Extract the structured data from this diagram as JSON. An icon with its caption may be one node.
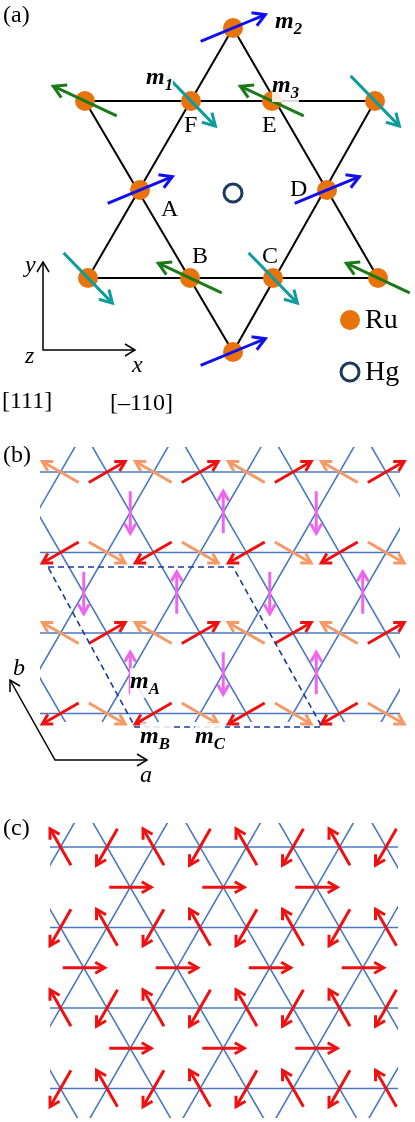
{
  "diagram": {
    "labels": [
      "(a)",
      "m$_{2}$",
      "m$_{1}$",
      "m$_{3}$",
      "F",
      "E",
      "A",
      "D",
      "B",
      "C",
      "y",
      "z",
      "x",
      "[111]",
      "[–110]",
      "(b)",
      "b",
      "m$_{A}$",
      "m$_{B}$",
      "m$_{C}$",
      "a",
      "(c)"
    ],
    "legend": [
      {
        "text": "Ru",
        "color": "#e8720c"
      },
      {
        "text": "Hg"
      }
    ]
  }
}
